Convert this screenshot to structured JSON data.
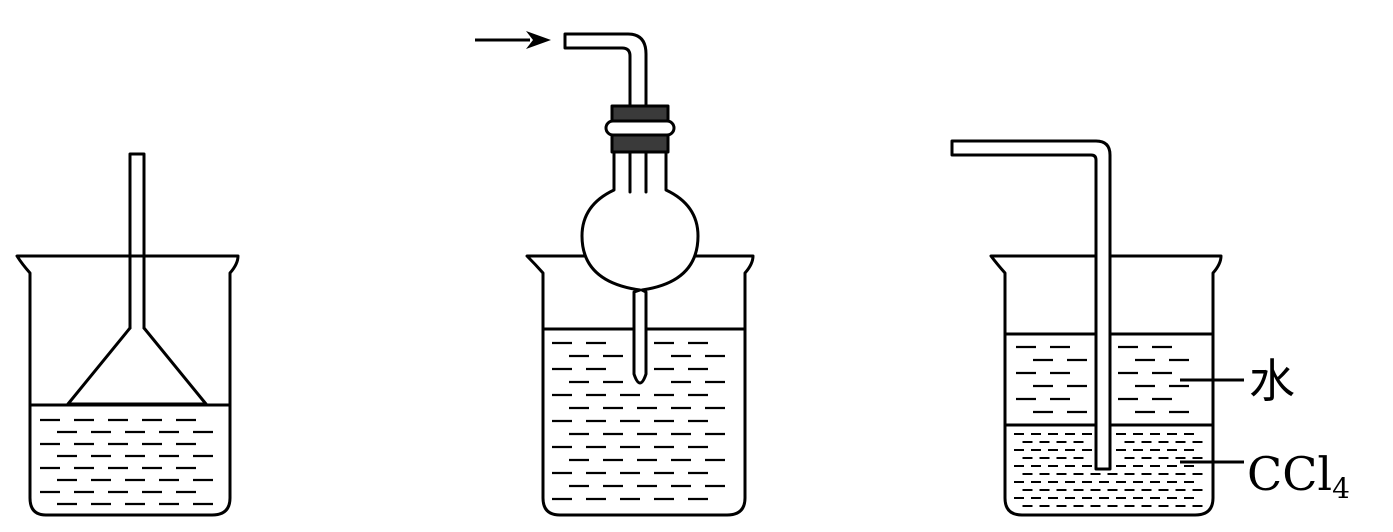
{
  "labels": {
    "water": "水",
    "ccl4_main": "CCl",
    "ccl4_sub": "4"
  },
  "colors": {
    "line": "#000000",
    "stopper": "#3a3a3a",
    "background": "#ffffff"
  }
}
